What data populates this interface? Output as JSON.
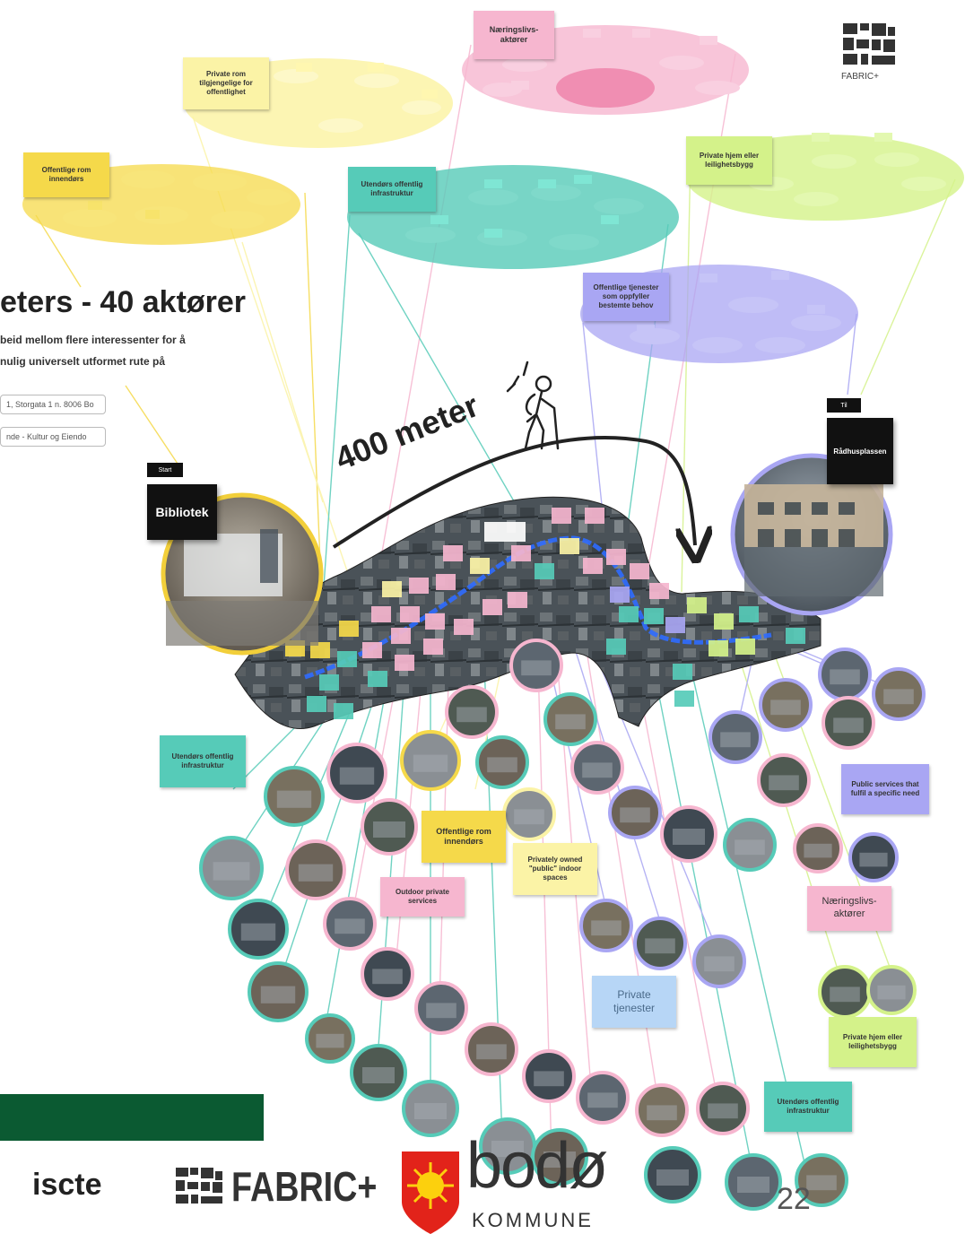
{
  "heading": {
    "title": "eters - 40 aktører",
    "line1": "beid mellom flere interessenter for å",
    "line2": "nulig universelt utformet rute på"
  },
  "pills": [
    "1, Storgata 1 n. 8006 Bo",
    "nde - Kultur og Eiendo"
  ],
  "route_label": "400 meter",
  "location_labels": {
    "start_tag": "Start",
    "start": "Bibliotek",
    "end_tag": "Til",
    "end": "Rådhusplassen"
  },
  "cluster_labels": {
    "yellow": "Offentlige rom innendørs",
    "light_yellow": "Private rom tilgjengelige for offentlighet",
    "pink": "Næringslivs-aktører",
    "teal": "Utendørs offentlig infrastruktur",
    "green": "Private hjem eller leilighetsbygg",
    "lavender": "Offentlige tjenester som oppfyller bestemte behov"
  },
  "bottom_labels": {
    "teal_left": "Utendørs offentlig infrastruktur",
    "yellow_center": "Offentlige rom innendørs",
    "light_yellow_center": "Privately owned \"public\" indoor spaces",
    "pink_center": "Outdoor private services",
    "lavender_right": "Public services that fulfil a specific need",
    "pink_right": "Næringslivs-aktører",
    "blue_center": "Private tjenester",
    "green_right": "Private hjem eller leilighetsbygg",
    "teal_right": "Utendørs offentlig infrastruktur"
  },
  "logos": {
    "fabric_small": "FABRIC+",
    "iscte": "iscte",
    "fabric": "FABRIC+",
    "bodo": "bodø",
    "kommune": "KOMMUNE"
  },
  "page_number": "22",
  "colors": {
    "yellow": "#f5d94a",
    "light_yellow": "#fbf3a6",
    "pink": "#f6b6cf",
    "teal": "#56cbb8",
    "green": "#d4f28a",
    "lavender": "#a9a6f3",
    "dark_green_bar": "#0b5a32",
    "bodo_red": "#e2231a",
    "bodo_yellow": "#fcd00d"
  }
}
